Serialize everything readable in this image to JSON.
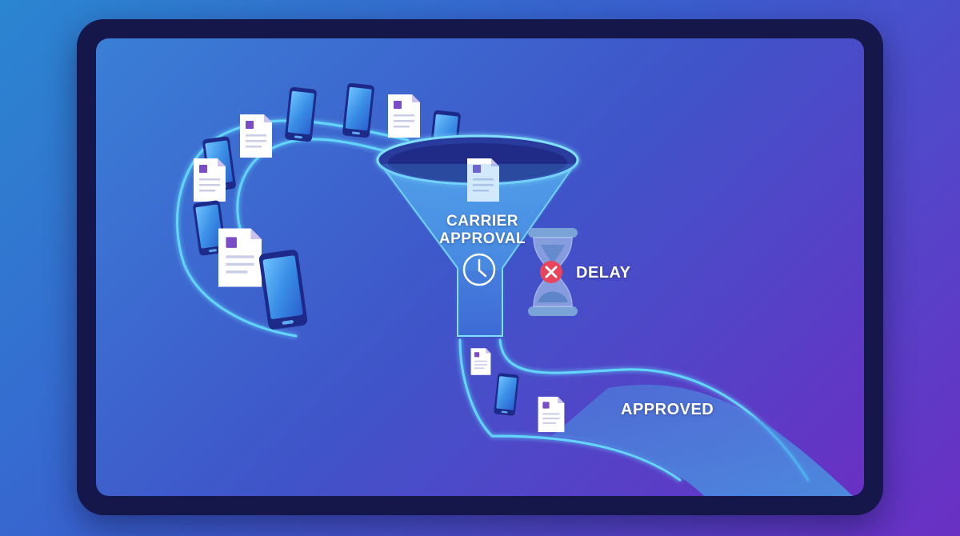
{
  "labels": {
    "funnel_line1": "CARRIER",
    "funnel_line2": "APPROVAL",
    "delay": "DELAY",
    "approved": "APPROVED"
  },
  "icons": [
    "smartphone-icon",
    "document-icon",
    "clock-icon",
    "hourglass-icon",
    "error-x-icon"
  ],
  "colors": {
    "background_start": "#2b86d1",
    "background_end": "#6a2fc4",
    "frame": "#15164a",
    "path_glow": "#5fd4ff",
    "phone": "#3b8fe8",
    "document": "#ffffff",
    "document_badge": "#7b4cc7",
    "error_badge": "#e8455c"
  }
}
